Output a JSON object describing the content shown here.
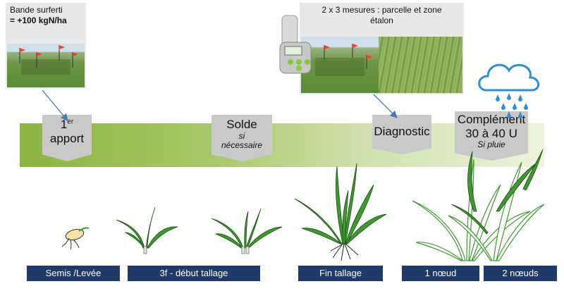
{
  "photo_top_left": {
    "line1": "Bande surferti",
    "line2": "= +100 kgN/ha"
  },
  "photo_top_right": {
    "caption_line1": "2 x 3 mesures : parcelle et zone",
    "caption_line2": "étalon"
  },
  "callouts": {
    "apport_number": "1",
    "apport_sup": "er",
    "apport_word": "apport",
    "solde_title": "Solde",
    "solde_sub_1": "si",
    "solde_sub_2": "nécessaire",
    "diagnostic_title": "Diagnostic",
    "complement_line1": "Complément",
    "complement_line2": "30 à 40 U",
    "complement_sub": "Si pluie"
  },
  "stages": {
    "semis": "Semis /Levée",
    "debut_tallage": "3f - début tallage",
    "fin_tallage": "Fin tallage",
    "un_noeud": "1 nœud",
    "deux_noeuds": "2 nœuds"
  },
  "colors": {
    "stage_label_bg": "#1f3a68",
    "timeline_green": "#8cb442",
    "callout_grey": "#c9c9c9",
    "plant_green": "#3e9a2f",
    "rain_blue": "#2d8fd3"
  },
  "icons": [
    "cloud-rain-icon",
    "n-tester-device-icon",
    "field-flag-icon",
    "arrow-icon"
  ]
}
